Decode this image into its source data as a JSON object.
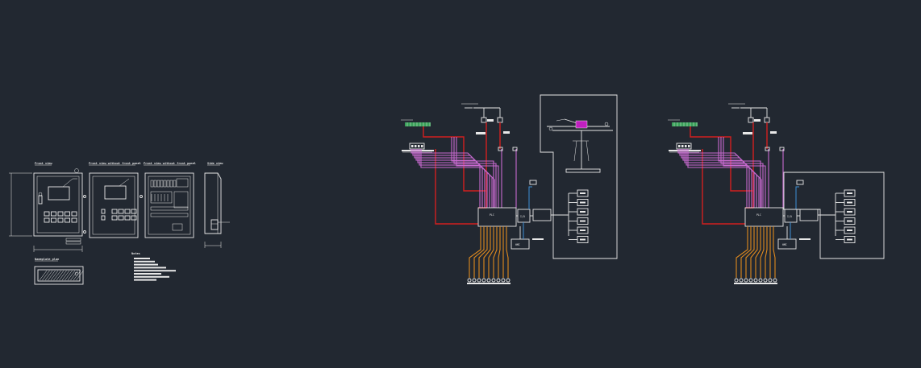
{
  "colors": {
    "background": "#222831",
    "linework": "#e8e8e8",
    "power_wire": "#d21f1f",
    "signal_wire": "#c86ad0",
    "sensor_cable": "#e08a1e",
    "comm_wire": "#3f8fd6",
    "terminal_strip": "#3aa05a",
    "actuator": "#c020c0"
  },
  "panel_views": {
    "front_view_title": "Front view",
    "front_no_door_title": "Front view without front panel",
    "inside_title": "Front view without front panel",
    "side_view_title": "Side view",
    "nameplate_title": "Nameplate plan",
    "notes_title": "Notes"
  },
  "schematics": [
    {
      "id": "left",
      "controller_label": "PLC",
      "io_label": "I/O",
      "display_label": "HMI"
    },
    {
      "id": "right",
      "controller_label": "PLC",
      "io_label": "I/O",
      "display_label": "HMI"
    }
  ],
  "icons": {
    "crane": "crane-icon",
    "breaker": "breaker-icon"
  }
}
